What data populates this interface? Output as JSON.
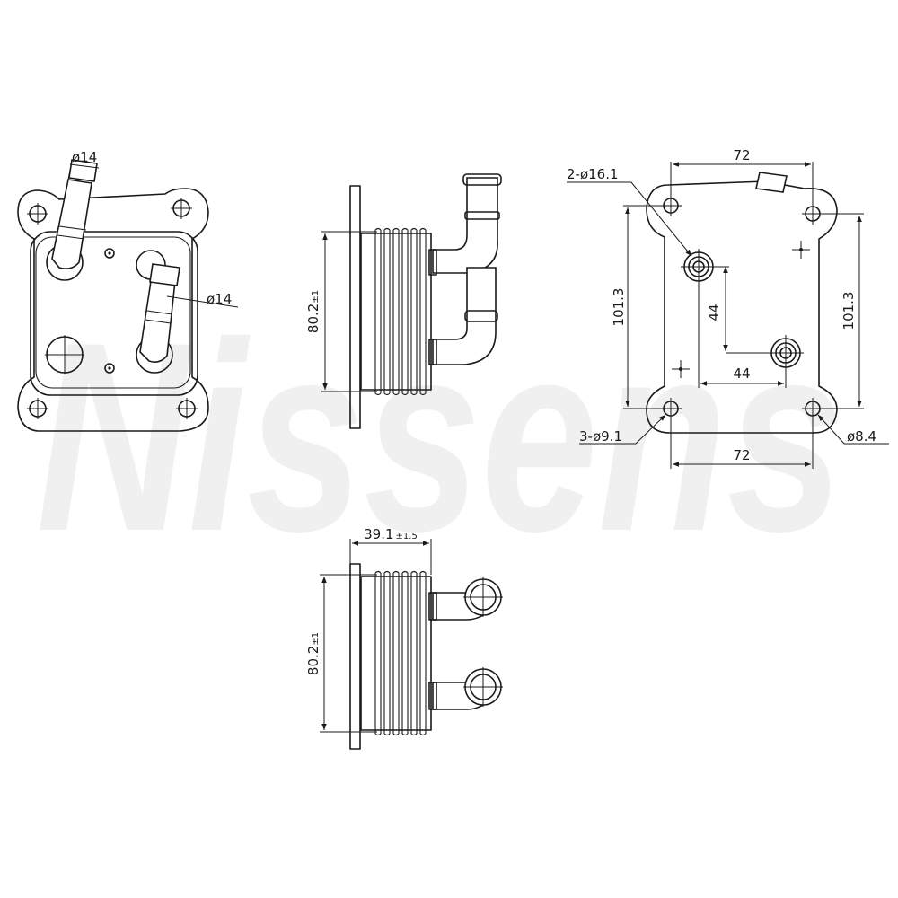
{
  "watermark": "Nissens",
  "front_view": {
    "pipe_top_dia": "ø14",
    "pipe_side_dia": "ø14"
  },
  "side_view": {
    "height": "80.2",
    "height_tol": "±1"
  },
  "back_view": {
    "port_holes": "2-ø16.1",
    "mount_holes": "3-ø9.1",
    "hole_dia": "ø8.4",
    "width_top": "72",
    "width_bottom": "72",
    "height_left": "101.3",
    "height_right": "101.3",
    "port_vertical": "44",
    "port_horizontal": "44"
  },
  "bottom_view": {
    "depth": "39.1",
    "depth_tol": "±1.5",
    "height": "80.2",
    "height_tol": "±1"
  }
}
